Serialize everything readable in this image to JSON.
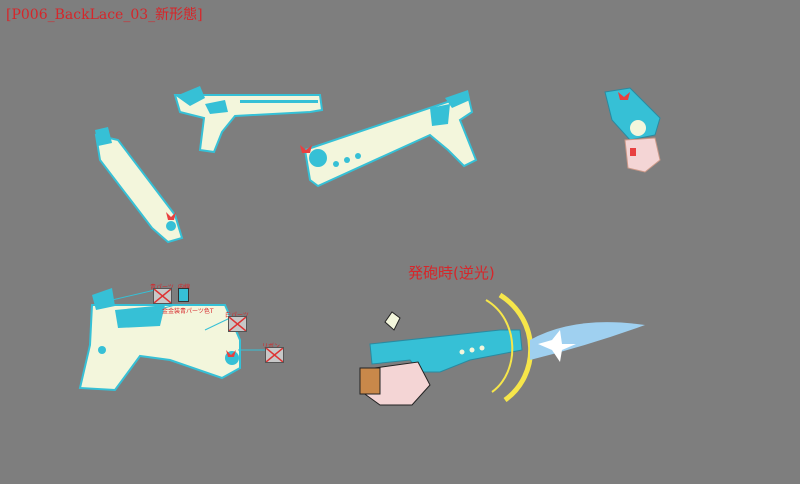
{
  "sheet": {
    "title": "[P006_BackLace_03_新形態]",
    "firing_label": "発砲時(逆光)"
  },
  "callouts": {
    "blue_part": "青パーツ",
    "inner_line": "内線",
    "gold_trim": "金金装青パーツ色T",
    "white_part": "白パーツ",
    "ribbon": "リボン"
  },
  "colors": {
    "background": "#7e7e7e",
    "body_cream": "#f3f6dc",
    "accent_cyan": "#36c0d6",
    "ribbon_red": "#e84040",
    "label_red": "#d6262a",
    "muzzle_flash": "#9fd0f0",
    "flash_yellow": "#f6e64a"
  }
}
